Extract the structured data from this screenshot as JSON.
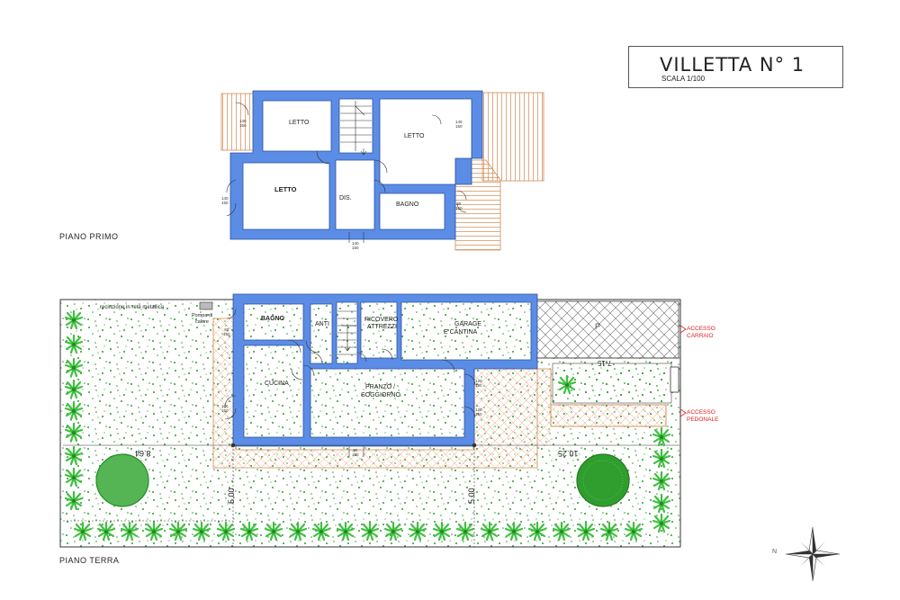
{
  "title": {
    "main": "VILLETTA N° 1",
    "scale": "SCALA 1/100"
  },
  "sections": {
    "first_floor": "PIANO PRIMO",
    "ground_floor": "PIANO TERRA"
  },
  "rooms_first": {
    "letto_a": "LETTO",
    "letto_b": "LETTO",
    "letto_c": "LETTO",
    "dis": "DIS.",
    "bagno": "BAGNO"
  },
  "rooms_ground": {
    "bagno": "BAGNO",
    "anti": "ANTI",
    "ripostiglio_l1": "RICOVERO",
    "ripostiglio_l2": "ATTREZZI",
    "garage_l1": "GARAGE",
    "garage_l2": "E CANTINA",
    "cucina": "CUCINA",
    "pranzo_l1": "PRANZO /",
    "pranzo_l2": "SOGGIORNO"
  },
  "annotations": {
    "fence": "recinzione in rete metallica",
    "heat_pump_l1": "Pompa di",
    "heat_pump_l2": "calore",
    "accesso_carraio_l1": "ACCESSO",
    "accesso_carraio_l2": "CARRAIO",
    "accesso_pedonale_l1": "ACCESSO",
    "accesso_pedonale_l2": "PEDONALE",
    "parking": "P",
    "north": "N"
  },
  "dimensions": {
    "d_864": "8.64",
    "d_1025": "10.25",
    "d_715": "7.15",
    "d_500_a": "5.00",
    "d_500_b": "5.00"
  },
  "openings": {
    "w1": [
      "140",
      "150"
    ],
    "w2": [
      "140",
      "150"
    ],
    "w3": [
      "140",
      "150"
    ],
    "w4": [
      "140",
      "150"
    ],
    "w5": [
      "80",
      "150"
    ],
    "w6": [
      "80",
      "150"
    ],
    "w7": [
      "80",
      "150"
    ],
    "w8": [
      "130",
      "150"
    ],
    "w9": [
      "120",
      "150"
    ],
    "w10": [
      "120",
      "150"
    ]
  },
  "colors": {
    "wall": "#5b8de6",
    "wall_outline": "#2b4f9c",
    "deck": "#d08a50",
    "paving": "#e8a070",
    "lawn_dots": "#2e9b2e",
    "palm": "#3fbf3f",
    "tree": "#1f8c1f",
    "accent_red": "#dd2222"
  }
}
